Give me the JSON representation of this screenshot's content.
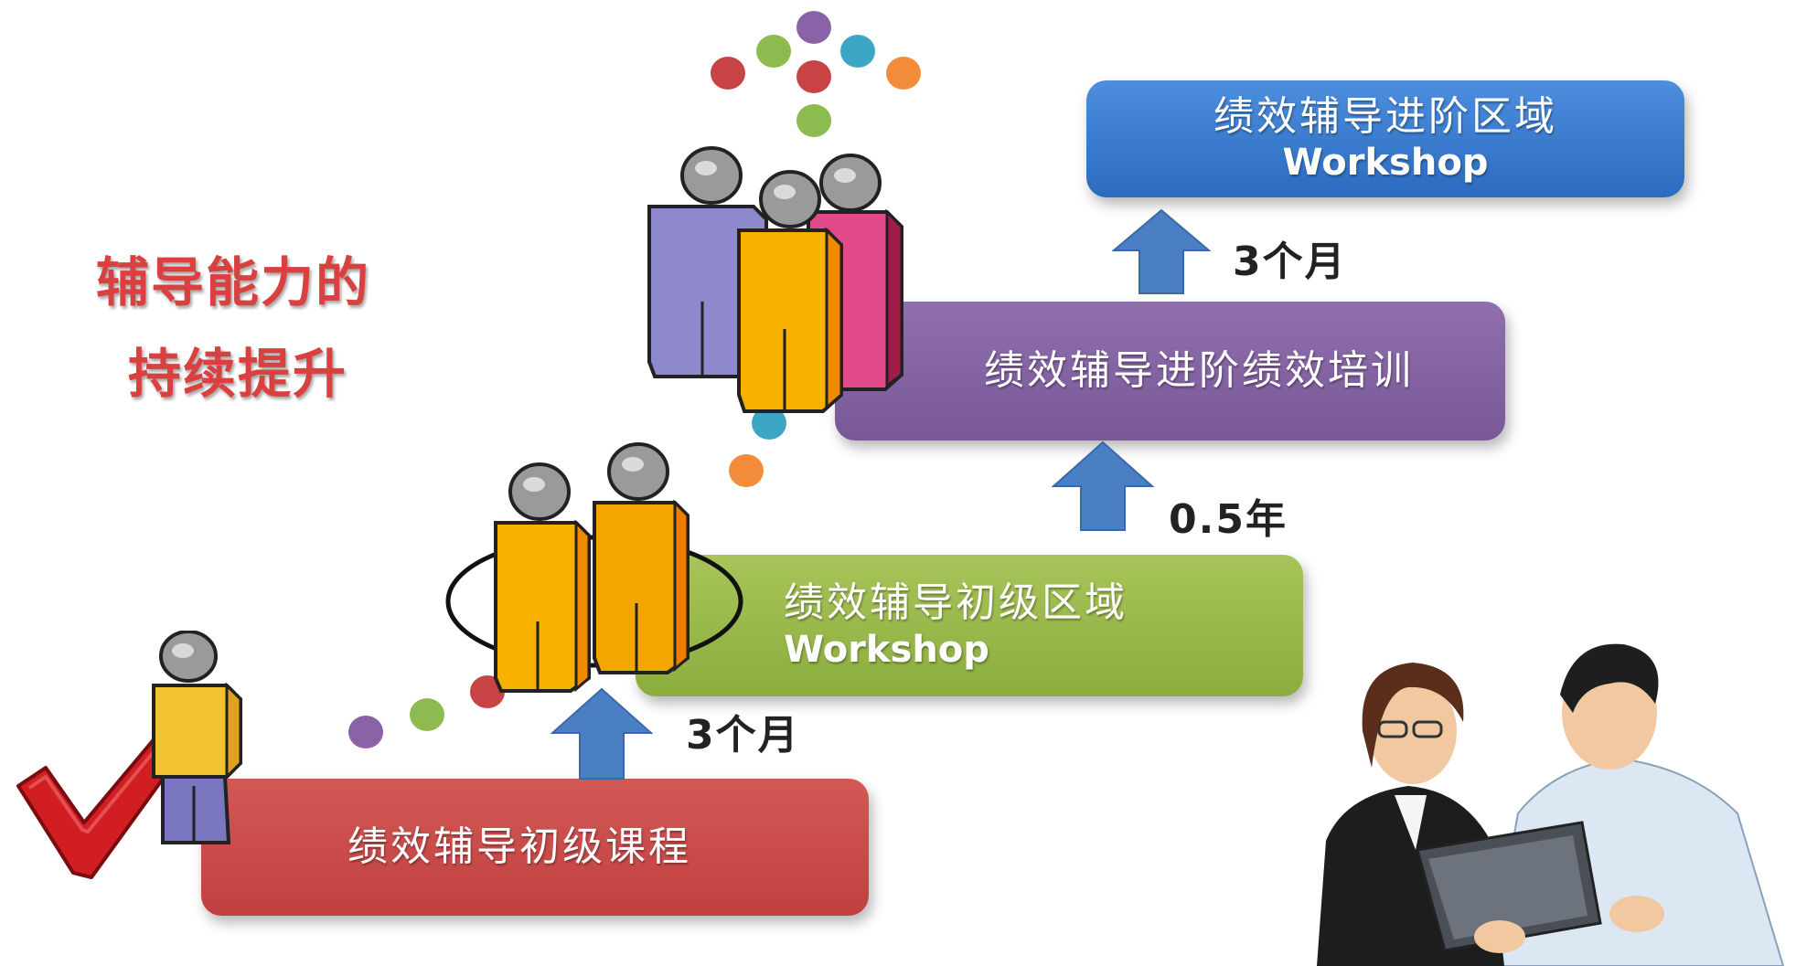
{
  "title": {
    "line1": "辅导能力的",
    "line2": "持续提升"
  },
  "stages": {
    "stage1": {
      "label": "绩效辅导初级课程"
    },
    "stage2": {
      "label": "绩效辅导初级区域",
      "sublabel": "Workshop"
    },
    "stage3": {
      "label": "绩效辅导进阶绩效培训"
    },
    "stage4": {
      "label": "绩效辅导进阶区域",
      "sublabel": "Workshop"
    }
  },
  "intervals": {
    "first": "3个月",
    "second": "0.5年",
    "third": "3个月"
  },
  "colors": {
    "title": "#d9403f",
    "stage1": "#c94a48",
    "stage2": "#99b84a",
    "stage3": "#8363a2",
    "stage4": "#3a7bd0",
    "arrow": "#4a7fc4"
  },
  "icons": [
    "checkmark-icon",
    "single-person-icon",
    "two-people-icon",
    "three-people-icon",
    "business-people-illustration",
    "up-arrow-icon"
  ]
}
